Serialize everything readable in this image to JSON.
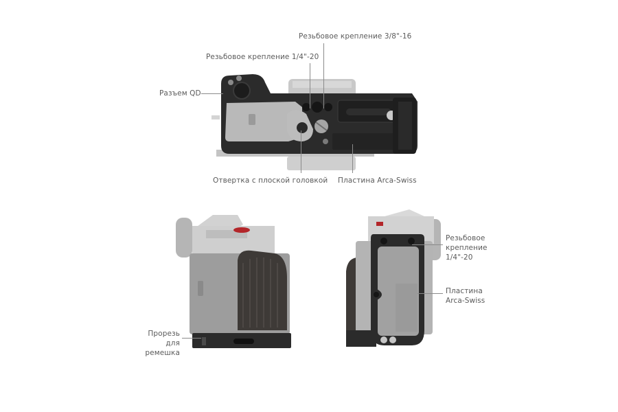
{
  "background_color": "#ffffff",
  "label_color": "#5a5a5a",
  "accent_colors": {
    "cage_black": "#2b2b2b",
    "camera_silver": "#bdbdbd",
    "camera_body_gray": "#9d9d9d",
    "wood_grip": "#3e3a37",
    "shutter_red": "#b3262a"
  },
  "top_view": {
    "labels": {
      "thread_3_8": "Резьбовое крепление 3/8\"-16",
      "thread_1_4": "Резьбовое крепление 1/4\"-20",
      "qd_socket": "Разъем QD",
      "flat_screwdriver": "Отвертка с плоской головкой",
      "arca_plate": "Пластина Arca-Swiss"
    }
  },
  "left_view": {
    "labels": {
      "strap_slot": "Прорезь\nдля ремешка"
    }
  },
  "right_view": {
    "labels": {
      "thread_1_4": "Резьбовое\nкрепление\n1/4\"-20",
      "arca_plate": "Пластина\nArca-Swiss"
    }
  }
}
